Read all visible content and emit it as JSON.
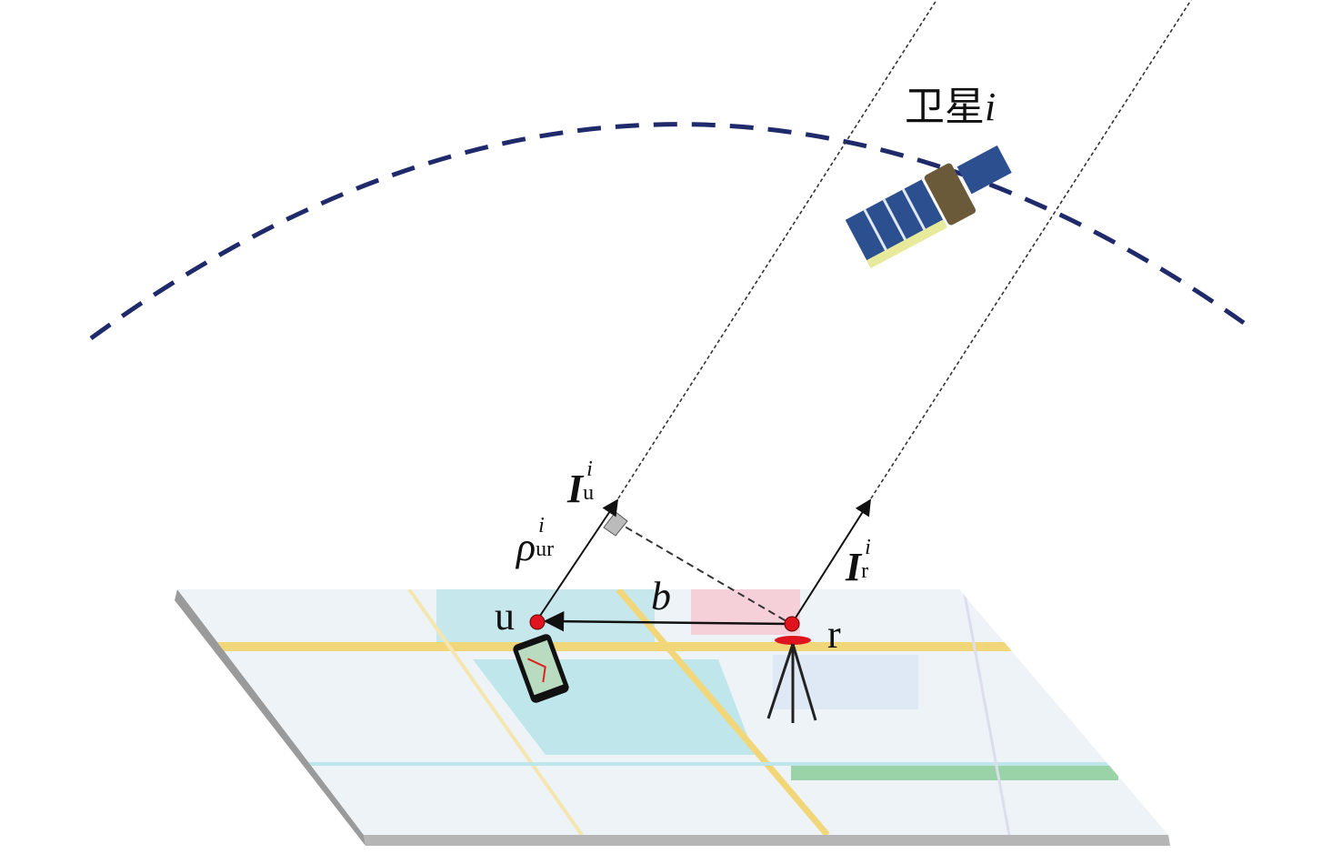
{
  "satellite_label": {
    "text": "卫星",
    "index": "i"
  },
  "labels": {
    "u": "u",
    "r": "r",
    "baseline": "b",
    "range_diff": {
      "symbol": "ρ",
      "sub": "ur",
      "sup": "i"
    },
    "los_u": {
      "symbol": "I",
      "sub": "u",
      "sup": "i"
    },
    "los_r": {
      "symbol": "I",
      "sub": "r",
      "sup": "i"
    }
  },
  "colors": {
    "orbit": "#1f2a6b",
    "receiver": "#e0141e",
    "road": "#f2d77a",
    "water": "#bfe6ea"
  }
}
